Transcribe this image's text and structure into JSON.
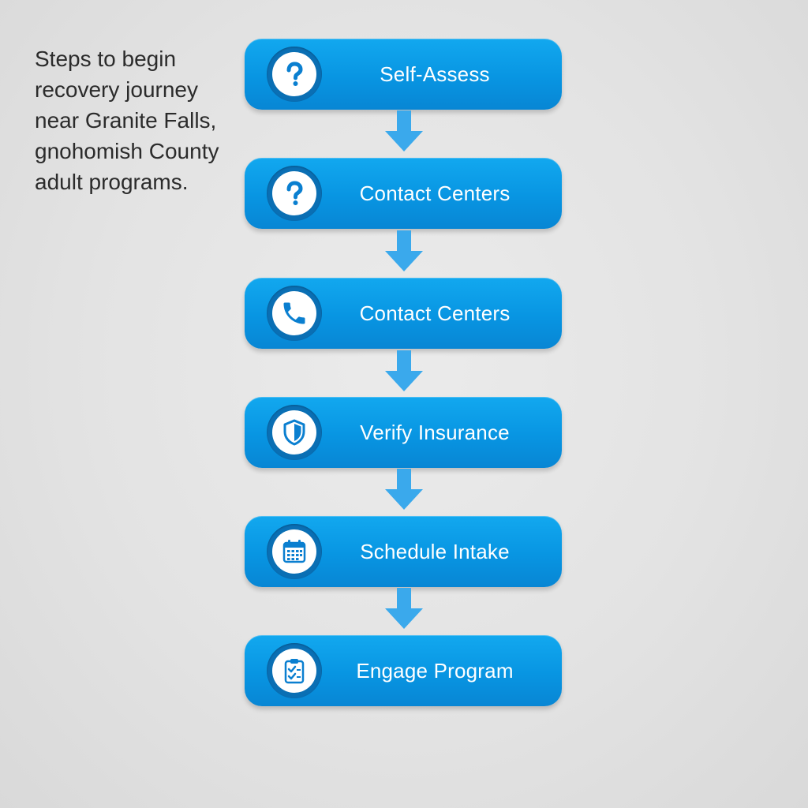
{
  "caption": {
    "lines": [
      "Steps to begin",
      "recovery journey",
      "near Granite Falls,",
      "gnohomish County",
      "adult programs."
    ]
  },
  "steps": [
    {
      "label": "Self-Assess",
      "icon": "question-mark-icon"
    },
    {
      "label": "Contact Centers",
      "icon": "question-mark-icon"
    },
    {
      "label": "Contact Centers",
      "icon": "phone-icon"
    },
    {
      "label": "Verify Insurance",
      "icon": "shield-icon"
    },
    {
      "label": "Schedule Intake",
      "icon": "calendar-icon"
    },
    {
      "label": "Engage Program",
      "icon": "clipboard-checklist-icon"
    }
  ],
  "colors": {
    "step_fill": "#0895e2",
    "icon_ring": "#0a6fb4",
    "arrow": "#3aa9ec",
    "text_dark": "#2b2b2b"
  }
}
